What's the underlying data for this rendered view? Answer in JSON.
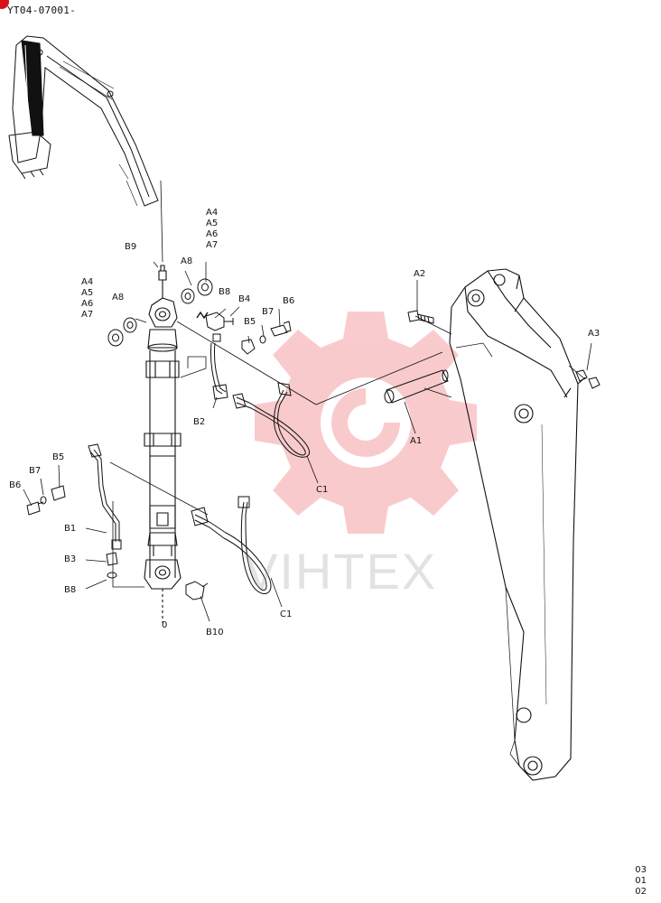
{
  "header": {
    "code": "YT04-07001-"
  },
  "watermark": {
    "text": "VIHTEX",
    "color": "#e8141e"
  },
  "page_codes": [
    "03",
    "01",
    "02"
  ],
  "labels": {
    "a4_top": "A4",
    "a5_top": "A5",
    "a6_top": "A6",
    "a7_top": "A7",
    "b9": "B9",
    "a8_top": "A8",
    "a4_left": "A4",
    "a5_left": "A5",
    "a6_left": "A6",
    "a7_left": "A7",
    "a8_left": "A8",
    "b8_top": "B8",
    "b4": "B4",
    "b6_right": "B6",
    "b7_right": "B7",
    "b5_right": "B5",
    "b2": "B2",
    "c1_upper": "C1",
    "a2": "A2",
    "a3": "A3",
    "a1": "A1",
    "b5_left": "B5",
    "b7_left": "B7",
    "b6_left": "B6",
    "b1": "B1",
    "b3": "B3",
    "b8_left": "B8",
    "zero": "0",
    "b10": "B10",
    "c1_lower": "C1"
  }
}
